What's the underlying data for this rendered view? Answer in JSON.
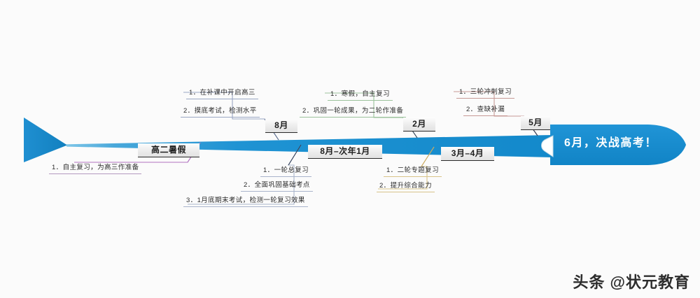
{
  "diagram": {
    "type": "timeline-arrow",
    "title_banner": "6月，决战高考！",
    "colors": {
      "bar": "#1b8ed1",
      "bar_dark": "#1279b5",
      "banner": "#1b8ed1",
      "chip_text": "#1d1d1d",
      "underline_blue": "#9aa7c4",
      "underline_green": "#9cc39c",
      "underline_red": "#c79a96",
      "underline_purple": "#b49ac0",
      "underline_steel": "#a9b4cb",
      "underline_gold": "#d8c48a",
      "background": "#fbfbfb"
    }
  },
  "milestones": [
    {
      "id": "m1",
      "label": "高二暑假",
      "side": "below"
    },
    {
      "id": "m2",
      "label": "8月",
      "side": "above"
    },
    {
      "id": "m3",
      "label": "8月–次年1月",
      "side": "below"
    },
    {
      "id": "m4",
      "label": "2月",
      "side": "above"
    },
    {
      "id": "m5",
      "label": "3月–4月",
      "side": "below"
    },
    {
      "id": "m6",
      "label": "5月",
      "side": "above"
    }
  ],
  "groups": [
    {
      "id": "g1",
      "milestone": "高二暑假",
      "position": "below-left",
      "accent": "purple",
      "tasks": [
        "1．自主复习，为高三作准备"
      ]
    },
    {
      "id": "g2",
      "milestone": "8月",
      "position": "above",
      "accent": "blue",
      "tasks": [
        "1．在补课中开启高三",
        "2．摸底考试，检测水平"
      ]
    },
    {
      "id": "g3",
      "milestone": "8月–次年1月",
      "position": "below",
      "accent": "steel",
      "tasks": [
        "1．一轮总复习",
        "2．全面巩固基础考点",
        "3．1月底期末考试，检测一轮复习效果"
      ]
    },
    {
      "id": "g4",
      "milestone": "2月",
      "position": "above",
      "accent": "green",
      "tasks": [
        "1．寒假，自主复习",
        "2．巩固一轮成果，为二轮作准备"
      ]
    },
    {
      "id": "g5",
      "milestone": "3月–4月",
      "position": "below",
      "accent": "gold",
      "tasks": [
        "1．二轮专题复习",
        "2．提升综合能力"
      ]
    },
    {
      "id": "g6",
      "milestone": "5月",
      "position": "above",
      "accent": "red",
      "tasks": [
        "1．三轮冲刺复习",
        "2．查缺补漏"
      ]
    }
  ],
  "watermark": {
    "text": "头条 @状元教育"
  }
}
